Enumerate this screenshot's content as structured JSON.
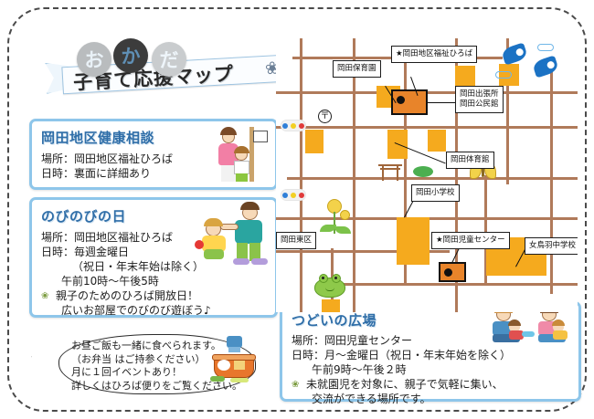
{
  "header": {
    "kana_circles": [
      "お",
      "か",
      "だ"
    ],
    "title": "子育て応援マップ",
    "flower_icon": "flower-icon"
  },
  "cards": [
    {
      "id": "kenko",
      "title": "岡田地区健康相談",
      "lines": [
        {
          "text": "場所：岡田地区福祉ひろば",
          "style": "plain"
        },
        {
          "text": "日時：裏面に詳細あり",
          "style": "plain"
        }
      ],
      "illustration": "mother-and-child-icon"
    },
    {
      "id": "nobinobi",
      "title": "のびのびの日",
      "lines": [
        {
          "text": "場所：岡田地区福祉ひろば",
          "style": "plain"
        },
        {
          "text": "日時：毎週金曜日",
          "style": "plain"
        },
        {
          "text": "（祝日・年末年始は除く）",
          "style": "indent1"
        },
        {
          "text": "午前10時～午後5時",
          "style": "indent2"
        },
        {
          "text": "親子のためのひろば開放日！",
          "style": "bullet"
        },
        {
          "text": "広いお部屋でのびのび遊ぼう♪",
          "style": "indent2"
        }
      ],
      "illustration": "father-and-baby-icon"
    },
    {
      "id": "tsudoi",
      "title": "つどいの広場",
      "lines": [
        {
          "text": "場所：岡田児童センター",
          "style": "plain"
        },
        {
          "text": "日時：月～金曜日（祝日・年末年始を除く）",
          "style": "plain"
        },
        {
          "text": "午前9時～午後２時",
          "style": "indent2"
        },
        {
          "text": "未就園児を対象に、親子で気軽に集い、",
          "style": "bullet"
        },
        {
          "text": "交流ができる場所です。",
          "style": "indent2"
        }
      ],
      "illustration": "children-playing-icon"
    }
  ],
  "bubble": {
    "lines": [
      "お昼ご飯も一緒に食べられます。",
      "（お弁当 はご持参ください）",
      "月に１回イベントあり！",
      "詳しくはひろば便りをご覧ください。"
    ],
    "illustration": "picnic-basket-icon"
  },
  "map": {
    "labels": [
      {
        "id": "hoikuen",
        "text": "岡田保育園"
      },
      {
        "id": "fukushi",
        "text": "★岡田地区福祉ひろば"
      },
      {
        "id": "shucchojo",
        "text": "岡田出張所\n岡田公民館"
      },
      {
        "id": "taiikukan",
        "text": "岡田体育館"
      },
      {
        "id": "shogakko",
        "text": "岡田小学校"
      },
      {
        "id": "jidocenter",
        "text": "★岡田児童センター"
      },
      {
        "id": "chugakko",
        "text": "女鳥羽中学校"
      },
      {
        "id": "higashiku",
        "text": "岡田東区"
      }
    ],
    "icons": [
      "traffic-light-icon",
      "post-office-icon",
      "torii-gate-icon",
      "dandelion-icon",
      "frog-icon",
      "butterfly-icon",
      "bird-icon"
    ],
    "colors": {
      "building": "#f5aa1e",
      "highlight": "#e8842a",
      "road": "#b07a5a"
    }
  },
  "theme": {
    "card_border": "#8ec6ea",
    "title_blue": "#2f6ea8",
    "frame": "#4a4a4a"
  }
}
